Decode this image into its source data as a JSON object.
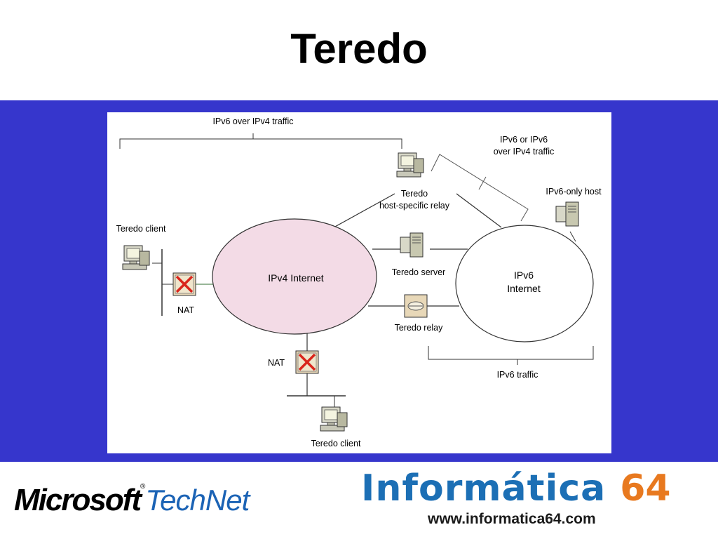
{
  "slide": {
    "title": "Teredo"
  },
  "diagram": {
    "background_color": "#3636cc",
    "ipv4_cloud_color": "#f3dbe6",
    "labels": {
      "ipv6_over_ipv4_traffic": "IPv6 over IPv4 traffic",
      "ipv6_or_ipv6_line1": "IPv6 or IPv6",
      "ipv6_or_ipv6_line2": "over IPv4 traffic",
      "ipv6_only_host": "IPv6-only host",
      "host_relay_line1": "Teredo",
      "host_relay_line2": "host-specific relay",
      "teredo_client_top": "Teredo client",
      "ipv4_internet": "IPv4 Internet",
      "teredo_server": "Teredo server",
      "ipv6_internet_line1": "IPv6",
      "ipv6_internet_line2": "Internet",
      "nat_left": "NAT",
      "teredo_relay": "Teredo relay",
      "nat_bottom": "NAT",
      "ipv6_traffic": "IPv6 traffic",
      "teredo_client_bottom": "Teredo client"
    }
  },
  "footer": {
    "microsoft_text": "Microsoft",
    "registered_mark": "®",
    "technet_text": "TechNet",
    "informatica_text": "Informática",
    "informatica_number": "64",
    "informatica_url": "www.informatica64.com"
  }
}
